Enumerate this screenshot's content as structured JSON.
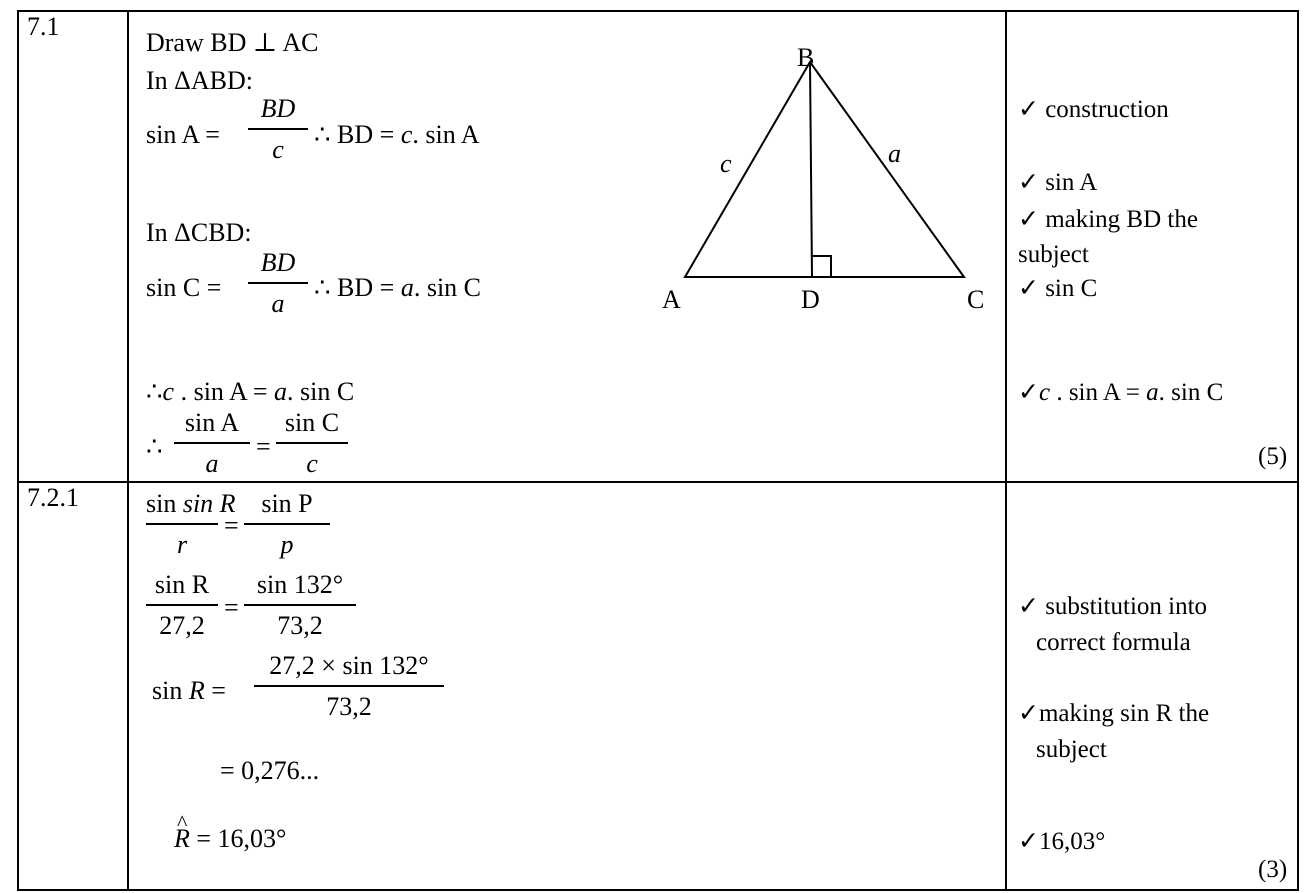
{
  "q71": {
    "number": "7.1",
    "construction": "Draw BD ⊥ AC",
    "in_abd": "In ΔABD:",
    "sinA_lhs": "sin A =",
    "sinA_num": "BD",
    "sinA_den": "c",
    "sinA_therefore": "∴ BD =",
    "sinA_c": "c",
    "sinA_rest": ". sin A",
    "in_cbd": "In ΔCBD:",
    "sinC_lhs": "sin C =",
    "sinC_num": "BD",
    "sinC_den": "a",
    "sinC_therefore": "∴ BD =",
    "sinC_a": "a",
    "sinC_rest": ". sin C",
    "eq_therefore": "∴",
    "eq_c": "c",
    "eq_mid": " . sin A =",
    "eq_a": "a",
    "eq_end": ". sin C",
    "ratio_therefore": "∴",
    "ratio_left_num": "sin A",
    "ratio_left_den": "a",
    "ratio_equals": "=",
    "ratio_right_num": "sin C",
    "ratio_right_den": "c",
    "diagram": {
      "labels": {
        "A": "A",
        "B": "B",
        "C": "C",
        "D": "D",
        "side_c": "c",
        "side_a": "a"
      }
    },
    "marks": {
      "m1": "✓ construction",
      "m2": "✓ sin A",
      "m3_line1": "✓ making BD the",
      "m3_line2": "subject",
      "m4": "✓ sin C",
      "m5_check": "✓",
      "m5_c": "c",
      "m5_mid": " . sin A =",
      "m5_a": "a",
      "m5_end": ". sin C",
      "total": "(5)"
    }
  },
  "q721": {
    "number": "7.2.1",
    "row1_left_num": "sin R",
    "row1_left_den": "r",
    "row1_eq": "=",
    "row1_right_num": "sin P",
    "row1_right_den": "p",
    "row2_left_num": "sin R",
    "row2_left_den": "27,2",
    "row2_eq": "=",
    "row2_right_num": "sin 132°",
    "row2_right_den": "73,2",
    "row3_lhs_sin": "sin",
    "row3_lhs_R": "R",
    "row3_eq": "=",
    "row3_num": "27,2 × sin 132°",
    "row3_den": "73,2",
    "row4": "= 0,276...",
    "row5_R": "R",
    "row5_hat": "^",
    "row5_rest": "= 16,03°",
    "marks": {
      "m1_line1": "✓ substitution into",
      "m1_line2": "correct formula",
      "m2_line1": "✓making sin R the",
      "m2_line2": "subject",
      "m3": "✓16,03°",
      "total": "(3)"
    }
  }
}
